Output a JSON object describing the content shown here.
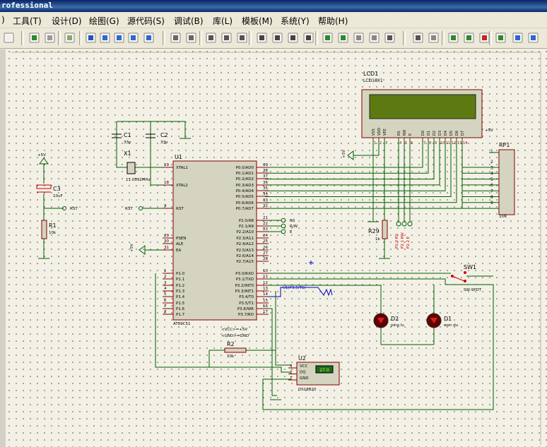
{
  "app": {
    "title": "rofessional"
  },
  "menu": [
    "工具(T)",
    "设计(D)",
    "绘图(G)",
    "源代码(S)",
    "调试(B)",
    "库(L)",
    "模板(M)",
    "系统(Y)",
    "帮助(H)"
  ],
  "toolbar": {
    "icons": [
      "new-icon",
      "save-icon",
      "grid-icon",
      "origin-icon",
      "pan-icon",
      "zoom-in-icon",
      "zoom-out-icon",
      "zoom-all-icon",
      "zoom-area-icon",
      "undo-icon",
      "redo-icon",
      "cut-icon",
      "copy-icon",
      "paste-icon",
      "block-copy-icon",
      "block-move-icon",
      "block-rotate-icon",
      "block-delete-icon",
      "pick-device-icon",
      "make-device-icon",
      "package-icon",
      "decompose-icon",
      "wire-autorouter-icon",
      "search-icon",
      "property-assign-icon",
      "new-sheet-icon",
      "add-sheet-icon",
      "remove-sheet-icon",
      "netlist-icon",
      "bom-icon",
      "erc-icon"
    ]
  },
  "components": {
    "lcd": {
      "name": "LCD1",
      "part": "LCD16X1",
      "pins": [
        "VSS",
        "VDD",
        "VEE",
        "RS",
        "RW",
        "E",
        "D0",
        "D1",
        "D2",
        "D3",
        "D4",
        "D5",
        "D6",
        "D7"
      ],
      "pin_numbers": [
        "1",
        "2",
        "3",
        "4",
        "5",
        "6",
        "7",
        "8",
        "9",
        "10",
        "11",
        "12",
        "13",
        "14"
      ]
    },
    "c1": {
      "name": "C1",
      "value": "33p"
    },
    "c2": {
      "name": "C2",
      "value": "33p"
    },
    "x1": {
      "name": "X1",
      "value": "11.0592MHz"
    },
    "c3": {
      "name": "C3",
      "value": "10uF"
    },
    "r1": {
      "name": "R1",
      "value": "10k"
    },
    "u1": {
      "name": "U1",
      "part": "AT89C51",
      "left_pins": [
        {
          "num": "19",
          "label": "XTAL1"
        },
        {
          "num": "18",
          "label": "XTAL2"
        },
        {
          "num": "9",
          "label": "RST"
        },
        {
          "num": "29",
          "label": "PSEN"
        },
        {
          "num": "30",
          "label": "ALE"
        },
        {
          "num": "31",
          "label": "EA"
        },
        {
          "num": "1",
          "label": "P1.0"
        },
        {
          "num": "2",
          "label": "P1.1"
        },
        {
          "num": "3",
          "label": "P1.2"
        },
        {
          "num": "4",
          "label": "P1.3"
        },
        {
          "num": "5",
          "label": "P1.4"
        },
        {
          "num": "6",
          "label": "P1.5"
        },
        {
          "num": "7",
          "label": "P1.6"
        },
        {
          "num": "8",
          "label": "P1.7"
        }
      ],
      "right_pins": [
        {
          "num": "39",
          "label": "P0.0/AD0"
        },
        {
          "num": "38",
          "label": "P0.1/AD1"
        },
        {
          "num": "37",
          "label": "P0.2/AD2"
        },
        {
          "num": "36",
          "label": "P0.3/AD3"
        },
        {
          "num": "35",
          "label": "P0.4/AD4"
        },
        {
          "num": "34",
          "label": "P0.5/AD5"
        },
        {
          "num": "33",
          "label": "P0.6/AD6"
        },
        {
          "num": "32",
          "label": "P0.7/AD7"
        },
        {
          "num": "21",
          "label": "P2.0/A8"
        },
        {
          "num": "22",
          "label": "P2.1/A9"
        },
        {
          "num": "23",
          "label": "P2.2/A10"
        },
        {
          "num": "24",
          "label": "P2.3/A11"
        },
        {
          "num": "25",
          "label": "P2.4/A12"
        },
        {
          "num": "26",
          "label": "P2.5/A13"
        },
        {
          "num": "27",
          "label": "P2.6/A14"
        },
        {
          "num": "28",
          "label": "P2.7/A15"
        },
        {
          "num": "10",
          "label": "P3.0/RXD"
        },
        {
          "num": "11",
          "label": "P3.1/TXD"
        },
        {
          "num": "12",
          "label": "P3.2/INT0"
        },
        {
          "num": "13",
          "label": "P3.3/INT1"
        },
        {
          "num": "14",
          "label": "P3.4/T0"
        },
        {
          "num": "15",
          "label": "P3.5/T1"
        },
        {
          "num": "16",
          "label": "P3.6/WR"
        },
        {
          "num": "17",
          "label": "P3.7/RD"
        }
      ]
    },
    "rp1": {
      "name": "RP1",
      "value": "10k",
      "pins": [
        "1",
        "2",
        "3",
        "4",
        "5",
        "6",
        "7",
        "8",
        "9"
      ]
    },
    "r29": {
      "name": "R29",
      "value": "1k"
    },
    "sw1": {
      "name": "SW1",
      "part": "SW-SPDT"
    },
    "d1": {
      "name": "D1",
      "label": "wen du"
    },
    "d2": {
      "name": "D2",
      "label": "ping lu"
    },
    "r2": {
      "name": "R2",
      "value": "10k"
    },
    "u2": {
      "name": "U2",
      "part": "DS18B20",
      "pins": [
        {
          "num": "3",
          "label": "VCC"
        },
        {
          "num": "2",
          "label": "DQ"
        },
        {
          "num": "1",
          "label": "GND"
        }
      ],
      "display": "27.0"
    }
  },
  "labels": {
    "vcc": "+5V",
    "rst": "RST",
    "rs": "RS",
    "rw": "R/W",
    "e": "E",
    "probe": "U1(P3.5/T1)",
    "p20rs": "P2.0 RS",
    "p21rw": "P2.1 RW",
    "p22e": "P2.2 E",
    "u1_power": "<VCC>=+5V",
    "u1_gnd": "<GND>=GND"
  },
  "colors": {
    "wire": "#006000",
    "body": "#d4d4c0",
    "part_outline": "#880000",
    "label": "#000080",
    "text": "#000000",
    "red": "#cc0000",
    "probe": "#0000cc",
    "pin": "#880000"
  }
}
